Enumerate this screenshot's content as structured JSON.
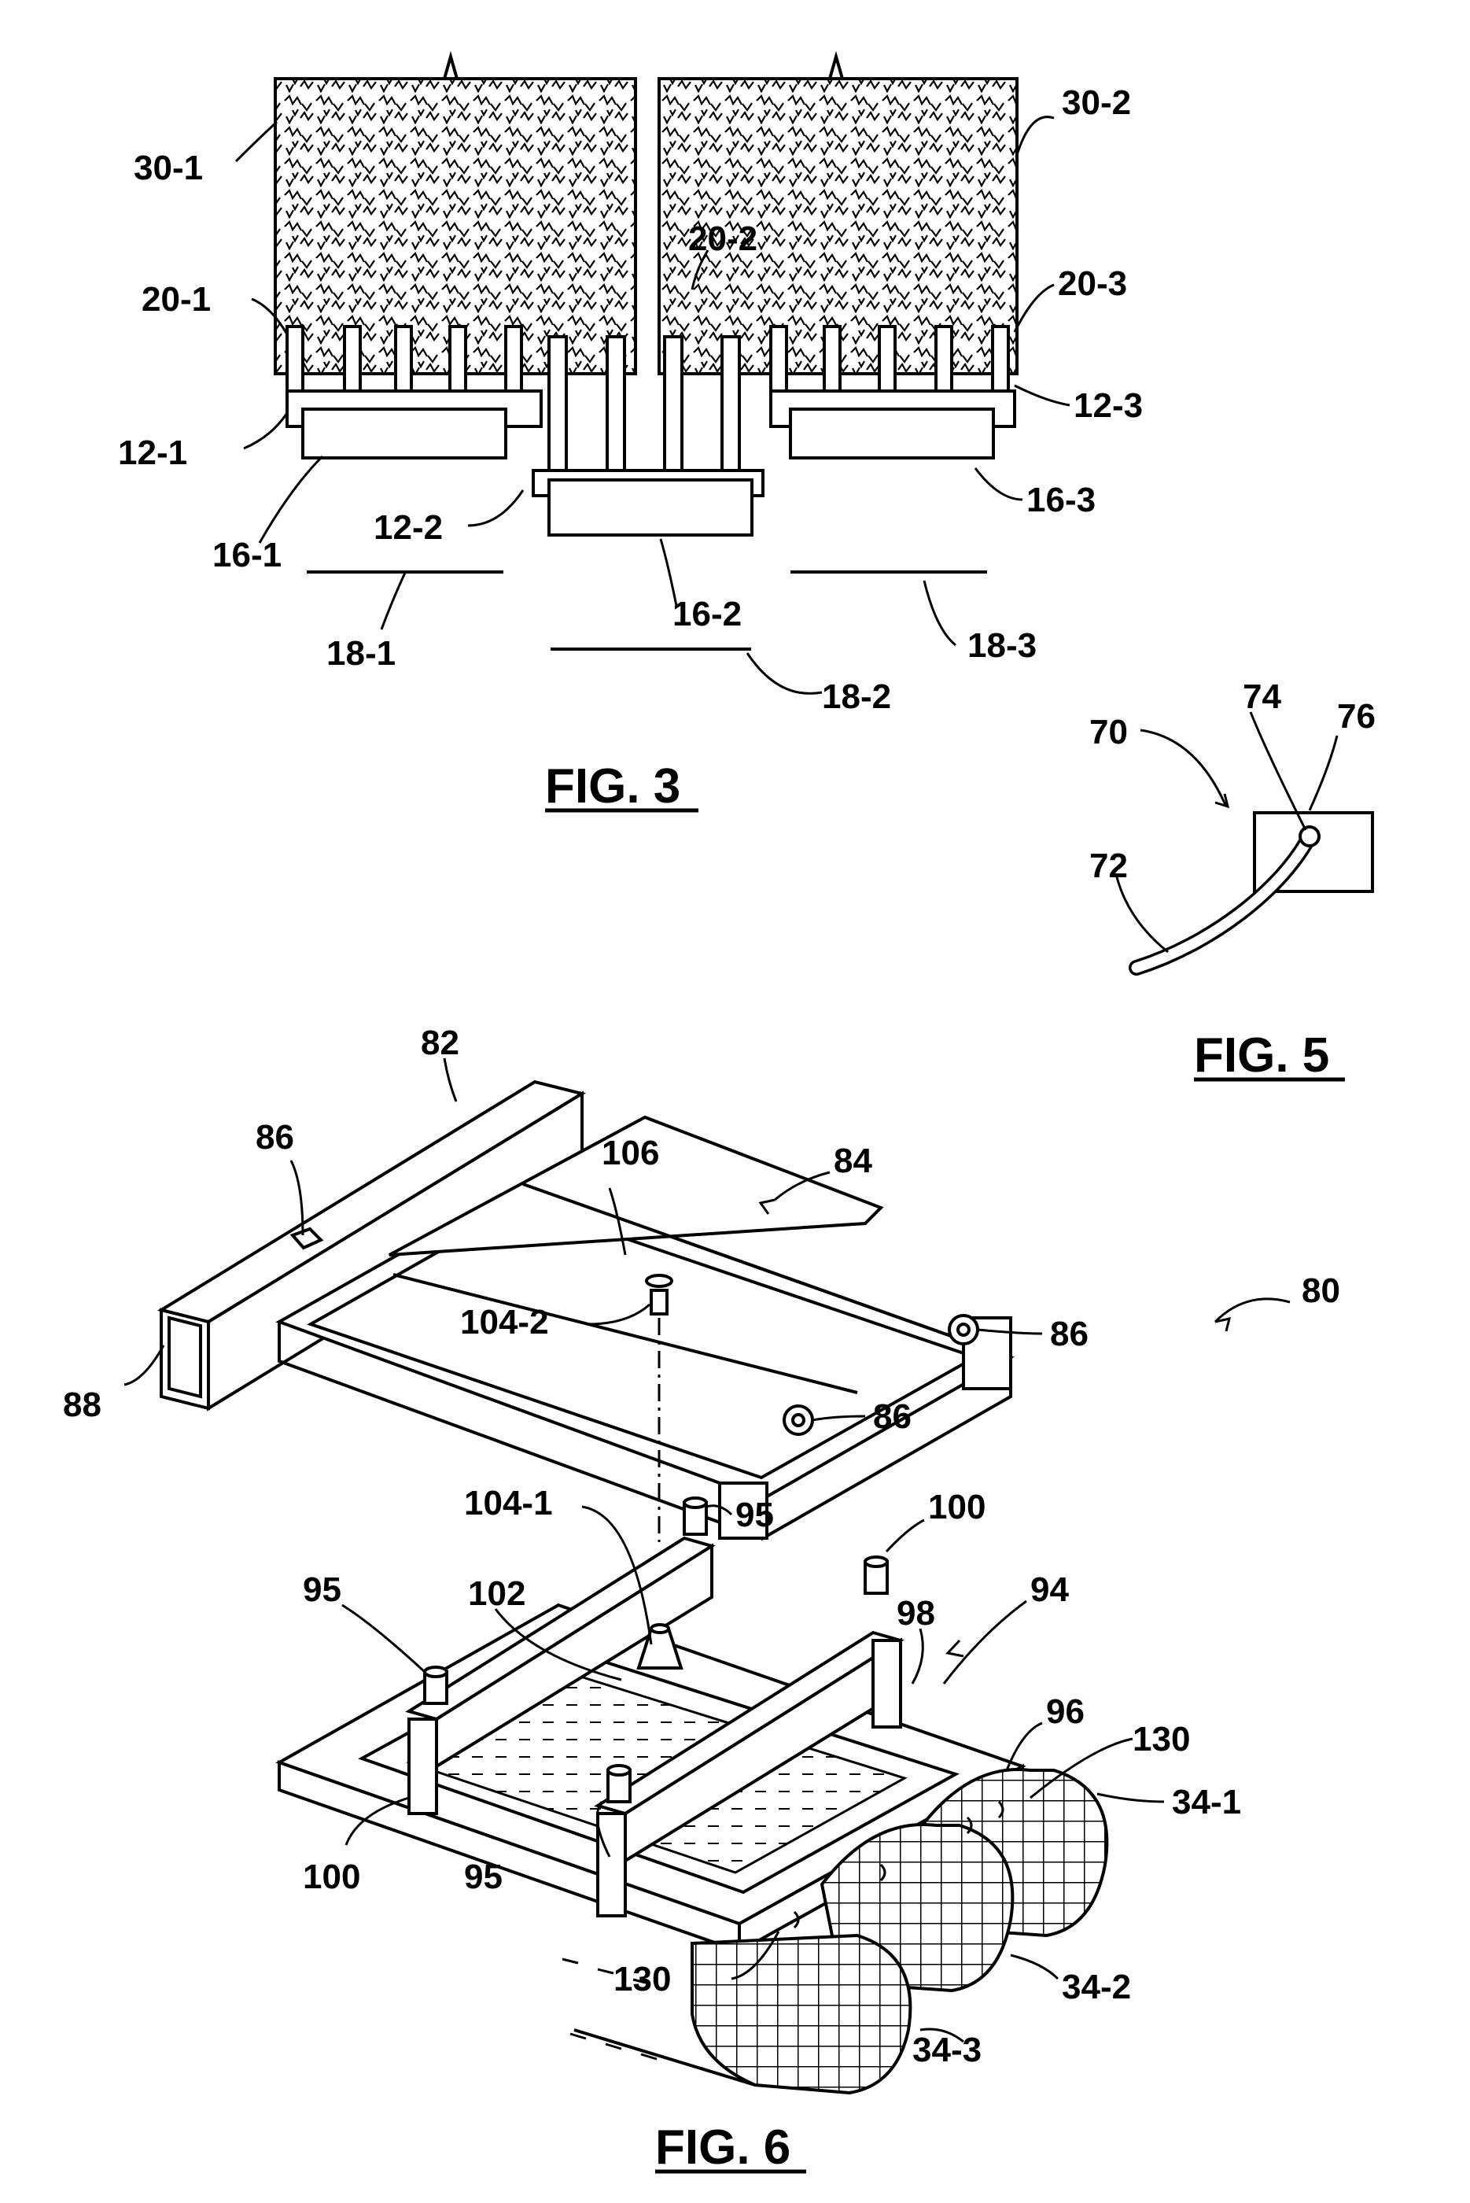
{
  "figures": {
    "fig3": {
      "title": "FIG. 3",
      "labels": {
        "l30_1": "30-1",
        "l30_2": "30-2",
        "l20_1": "20-1",
        "l20_2": "20-2",
        "l20_3": "20-3",
        "l12_1": "12-1",
        "l12_2": "12-2",
        "l12_3": "12-3",
        "l16_1": "16-1",
        "l16_2": "16-2",
        "l16_3": "16-3",
        "l18_1": "18-1",
        "l18_2": "18-2",
        "l18_3": "18-3"
      }
    },
    "fig5": {
      "title": "FIG. 5",
      "labels": {
        "l70": "70",
        "l72": "72",
        "l74": "74",
        "l76": "76"
      }
    },
    "fig6": {
      "title": "FIG. 6",
      "labels": {
        "l80": "80",
        "l82": "82",
        "l84": "84",
        "l86a": "86",
        "l86b": "86",
        "l86c": "86",
        "l88": "88",
        "l106": "106",
        "l104_2": "104-2",
        "l104_1": "104-1",
        "l95a": "95",
        "l95b": "95",
        "l95c": "95",
        "l100a": "100",
        "l100b": "100",
        "l102": "102",
        "l98": "98",
        "l94": "94",
        "l96": "96",
        "l130a": "130",
        "l130b": "130",
        "l34_1": "34-1",
        "l34_2": "34-2",
        "l34_3": "34-3"
      }
    }
  }
}
